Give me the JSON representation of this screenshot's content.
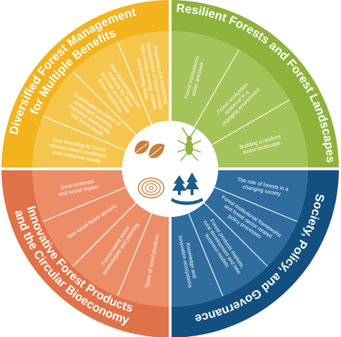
{
  "colors": {
    "q1_outer": "#f2b31d",
    "q1_inner": "#f5c64e",
    "q2_outer": "#8db33a",
    "q2_inner": "#a4c35a",
    "q3_outer": "#13507f",
    "q3_inner": "#2e6d9e",
    "q4_outer": "#e0724a",
    "q4_inner": "#eb8e68",
    "icon_brown": "#c97f3a",
    "icon_green": "#8cb63c",
    "icon_blue": "#1b5f86",
    "center": "#ffffff"
  },
  "icons": [
    "leaves-icon",
    "insect-icon",
    "tree-rings-icon",
    "trees-and-hand-icon"
  ],
  "quadrants": [
    {
      "id": "top-left",
      "title_line1": "Diversified Forest Management",
      "title_line2": "for Multiple Benefits",
      "items": [
        {
          "lines": [
            "Tree breeding for future",
            "environmental conditions",
            "and consumer needs"
          ]
        },
        {
          "lines": [
            "Sustainable provision of",
            "ecosystem services,",
            "improved biodiversity,",
            "and forest health"
          ]
        },
        {
          "lines": [
            "New technologies and",
            "methods for more",
            "accurate and flexible",
            "forest operations"
          ]
        },
        {
          "lines": [
            "Predicting and monitoring",
            "development of future forests",
            "with remote sensing, models",
            "and planning tools"
          ]
        }
      ]
    },
    {
      "id": "top-right",
      "title_line1": "Resilient Forests and Forest Landscapes",
      "title_line2": "",
      "items": [
        {
          "lines": [
            "Forest ecosystems",
            "under pressure"
          ]
        },
        {
          "lines": [
            "Forest ecosystem",
            "resilience in a",
            "changing environment"
          ]
        },
        {
          "lines": [
            "Building a resilient",
            "forest landscape"
          ]
        }
      ]
    },
    {
      "id": "bottom-right",
      "title_line1": "Society, Policy, and Governance",
      "title_line2": "",
      "items": [
        {
          "lines": [
            "The role of forests in a",
            "changing society"
          ]
        },
        {
          "lines": [
            "Forest institutional frameworks",
            "and forest sector related",
            "policy processes"
          ]
        },
        {
          "lines": [
            "Forest products markets,",
            "rural development and new",
            "business models"
          ]
        },
        {
          "lines": [
            "Knowledge and",
            "innovation ecosystems"
          ]
        }
      ]
    },
    {
      "id": "bottom-left",
      "title_line1": "Innovative Forest Products",
      "title_line2": "and the Circular Bioeconomy",
      "items": [
        {
          "lines": [
            "Types of wood products"
          ]
        },
        {
          "lines": [
            "Forest-based sector",
            "technologies and planning"
          ]
        },
        {
          "lines": [
            "Non-wood forest streams"
          ]
        },
        {
          "lines": [
            "Environmental",
            "and social impact"
          ]
        }
      ]
    }
  ]
}
